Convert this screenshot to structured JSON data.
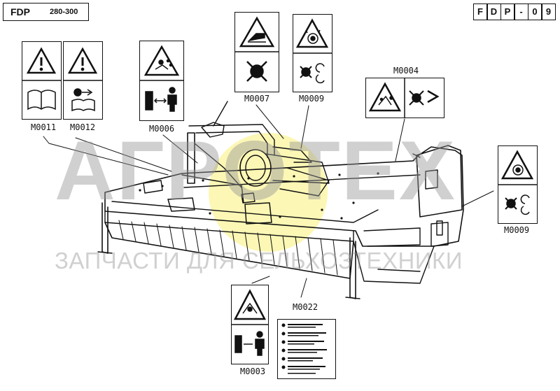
{
  "header": {
    "model": "FDP",
    "model_range": "280-300",
    "page_code": [
      "F",
      "D",
      "P",
      "-",
      "0",
      "9"
    ]
  },
  "watermark": {
    "brand": "АГРОТЕХ",
    "tagline": "ЗАПЧАСТИ ДЛЯ СЕЛЬХОЗТЕХНИКИ"
  },
  "labels": {
    "m0011": "M0011",
    "m0012": "M0012",
    "m0006": "M0006",
    "m0007": "M0007",
    "m0009_top": "M0009",
    "m0004": "M0004",
    "m0009_right": "M0009",
    "m0022": "M0022",
    "m0003": "M0003"
  },
  "icons": [
    "warning-triangle-icon",
    "manual-book-icon",
    "read-manual-icon",
    "thrown-objects-icon",
    "safe-distance-icon",
    "crush-hand-icon",
    "rotating-rotor-icon",
    "no-approach-icon",
    "rotation-arrows-icon",
    "instructions-plate-icon"
  ]
}
